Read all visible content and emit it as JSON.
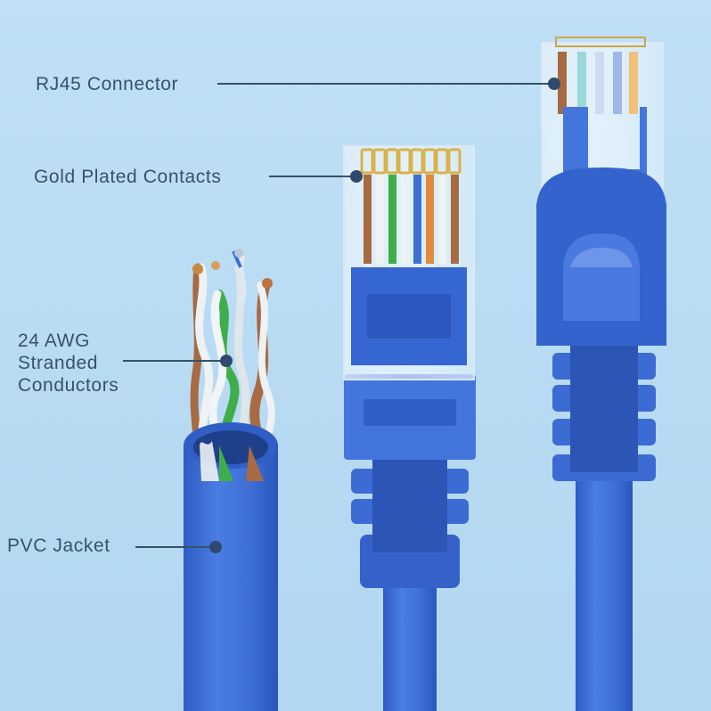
{
  "labels": {
    "rj45_connector": "RJ45 Connector",
    "gold_plated_contacts": "Gold Plated Contacts",
    "conductors_line1": "24 AWG",
    "conductors_line2": "Stranded",
    "conductors_line3": "Conductors",
    "pvc_jacket": "PVC Jacket"
  },
  "colors": {
    "background": "#b9dcf3",
    "cable_blue": "#3f6fd6",
    "cable_shadow": "#2c55b5",
    "label_text": "#37526a",
    "leader_line": "#37526a",
    "marker_dot": "#2e4b6e",
    "wire_green": "#3fae4a",
    "wire_brown": "#a86a43",
    "wire_orange": "#e08a3a",
    "wire_white": "#eef2f4",
    "contact_gold": "#d8b24a"
  }
}
